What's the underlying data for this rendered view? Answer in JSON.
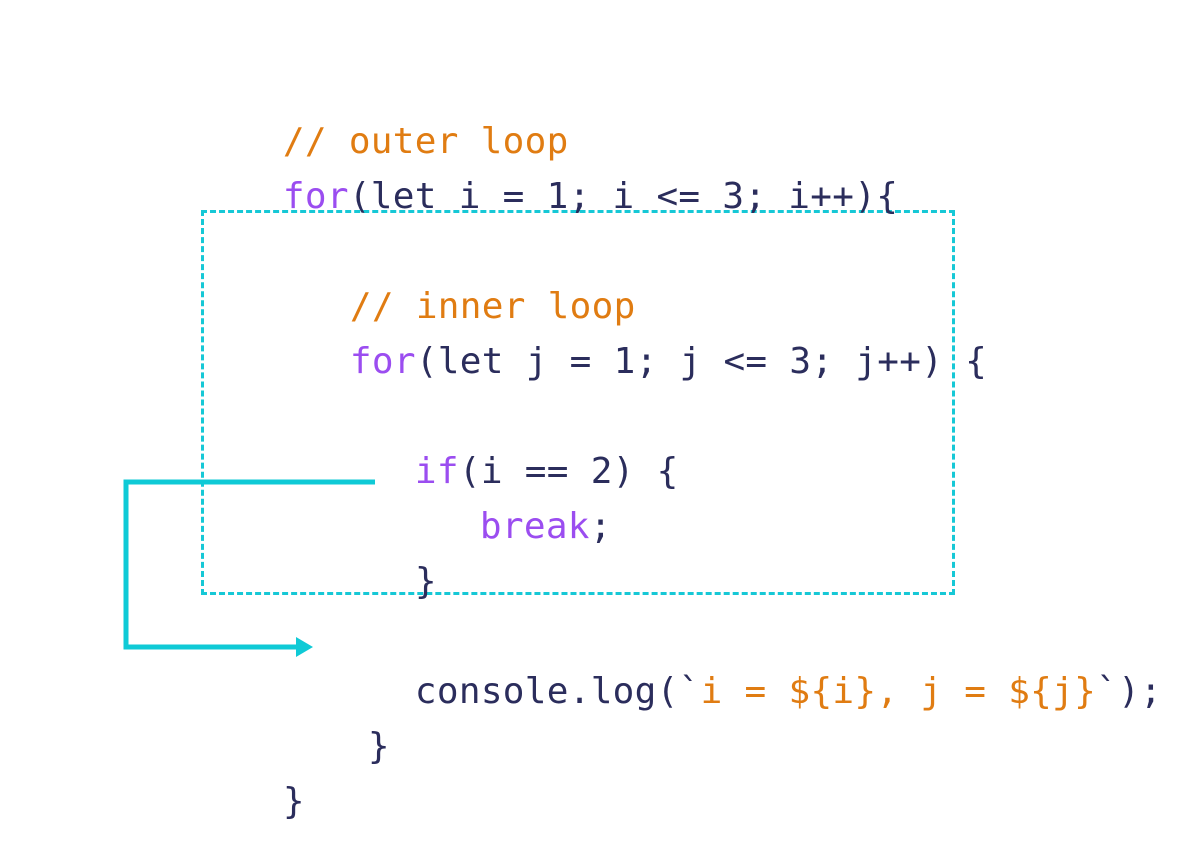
{
  "colors": {
    "comment": "#e07c12",
    "keyword": "#9b4df0",
    "plain": "#2b2d5c",
    "string": "#e07c12",
    "box_border": "#16c8d6",
    "arrow": "#0fcad6"
  },
  "code": {
    "outer_comment": "// outer loop",
    "outer_for_keyword": "for",
    "outer_for_rest": "(let i = 1; i <= 3; i++){",
    "inner_comment": "// inner loop",
    "inner_for_keyword": "for",
    "inner_for_rest": "(let j = 1; j <= 3; j++) {",
    "if_keyword": "if",
    "if_rest": "(i == 2) {",
    "break_keyword": "break",
    "break_semicolon": ";",
    "if_close": "}",
    "log_prefix": "console.log(`",
    "log_template": "i = ${i}, j = ${j}",
    "log_suffix": "`);",
    "inner_close": "}",
    "outer_close": "}"
  },
  "annotations": {
    "inner_loop_box": "dashed box around inner loop",
    "break_arrow": "arrow from break to console.log"
  }
}
